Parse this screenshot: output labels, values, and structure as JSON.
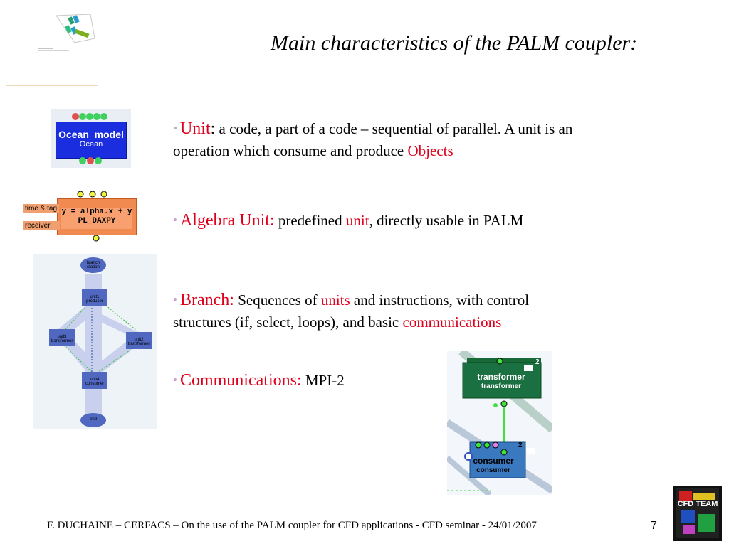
{
  "title": "Main characteristics of the PALM coupler:",
  "bullets": [
    {
      "key": "Unit",
      "sep": ":",
      "line1": " a code, a part of a code – sequential of parallel. A unit is an",
      "line2": "operation which consume and produce ",
      "line2_red": "Objects"
    },
    {
      "key": "Algebra Unit:",
      "text_a": " predefined ",
      "text_red": "unit",
      "text_b": ", directly usable in PALM"
    },
    {
      "key": "Branch:",
      "text_a": " Sequences of ",
      "text_red": "units",
      "text_b": " and instructions, with control",
      "line2": "structures (if, select, loops), and basic ",
      "line2_red": "communications"
    },
    {
      "key": "Communications:",
      "text_a": " MPI-2"
    }
  ],
  "figures": {
    "ocean_unit": {
      "name": "Ocean_model",
      "sub": "Ocean"
    },
    "algebra_unit": {
      "tag1": "time & tag",
      "tag2": "receiver",
      "line1": "y = alpha.x + y",
      "line2": "PL_DAXPY"
    },
    "branch": {
      "start": "branch",
      "start_sub": "station",
      "u1": "unit1",
      "u1_sub": "producer",
      "u3": "unit3",
      "u3_sub": "transformer",
      "u2": "unit2",
      "u2_sub": "transformer",
      "u4": "unit4",
      "u4_sub": "consumer",
      "end": "end"
    },
    "transformer": {
      "name": "transformer",
      "sub": "transformer",
      "badge": "2"
    },
    "consumer": {
      "name": "consumer",
      "sub": "consumer",
      "badge": "2"
    },
    "logo": {
      "text": "CFD TEAM"
    }
  },
  "footer": "F. DUCHAINE – CERFACS – On the use of the PALM coupler for CFD applications - CFD seminar - 24/01/2007",
  "page_number": "7"
}
